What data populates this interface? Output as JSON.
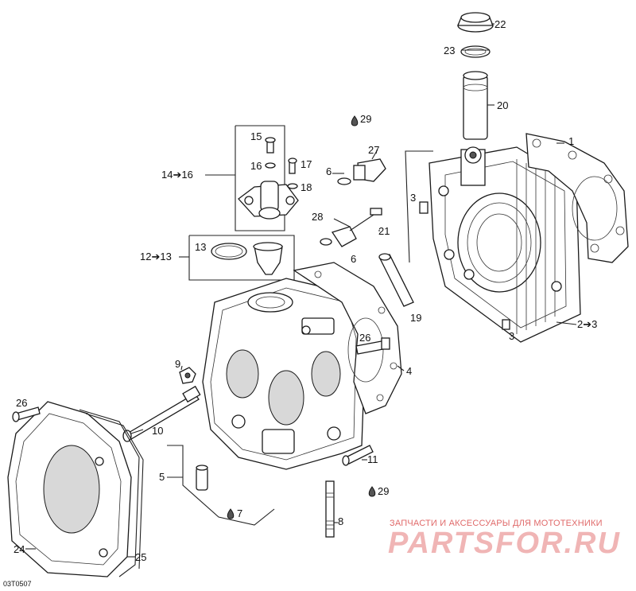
{
  "labels": {
    "p1": "1",
    "p2_3": "2➔3",
    "p3a": "3",
    "p3b": "3",
    "p4": "4",
    "p5": "5",
    "p6a": "6",
    "p6b": "6",
    "p7": "7",
    "p8": "8",
    "p9": "9",
    "p10": "10",
    "p11": "11",
    "p12_13": "12➔13",
    "p13": "13",
    "p14_16": "14➔16",
    "p15": "15",
    "p16": "16",
    "p17": "17",
    "p18": "18",
    "p19": "19",
    "p20": "20",
    "p21": "21",
    "p22": "22",
    "p23": "23",
    "p24": "24",
    "p25": "25",
    "p26a": "26",
    "p26b": "26",
    "p27": "27",
    "p28": "28",
    "p29a": "29",
    "p29b": "29"
  },
  "reference_code": "03T0507",
  "watermark": {
    "tagline": "ЗАПЧАСТИ И АКСЕССУАРЫ ДЛЯ МОТОТЕХНИКИ",
    "logo": "PARTSFOR.RU"
  }
}
